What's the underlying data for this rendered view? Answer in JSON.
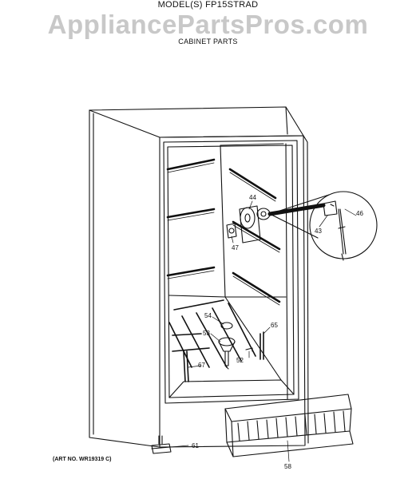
{
  "header": {
    "model": "MODEL(S) FP15STRAD",
    "watermark": "AppliancePartsPros.com",
    "section": "CABINET PARTS"
  },
  "footer": {
    "art_no": "(ART NO. WR19319 C)"
  },
  "callouts": {
    "p44": "44",
    "p46": "46",
    "p43": "43",
    "p47": "47",
    "p54": "54",
    "p53": "53",
    "p65": "65",
    "p52": "52",
    "p67": "67",
    "p61": "61",
    "p58": "58"
  }
}
